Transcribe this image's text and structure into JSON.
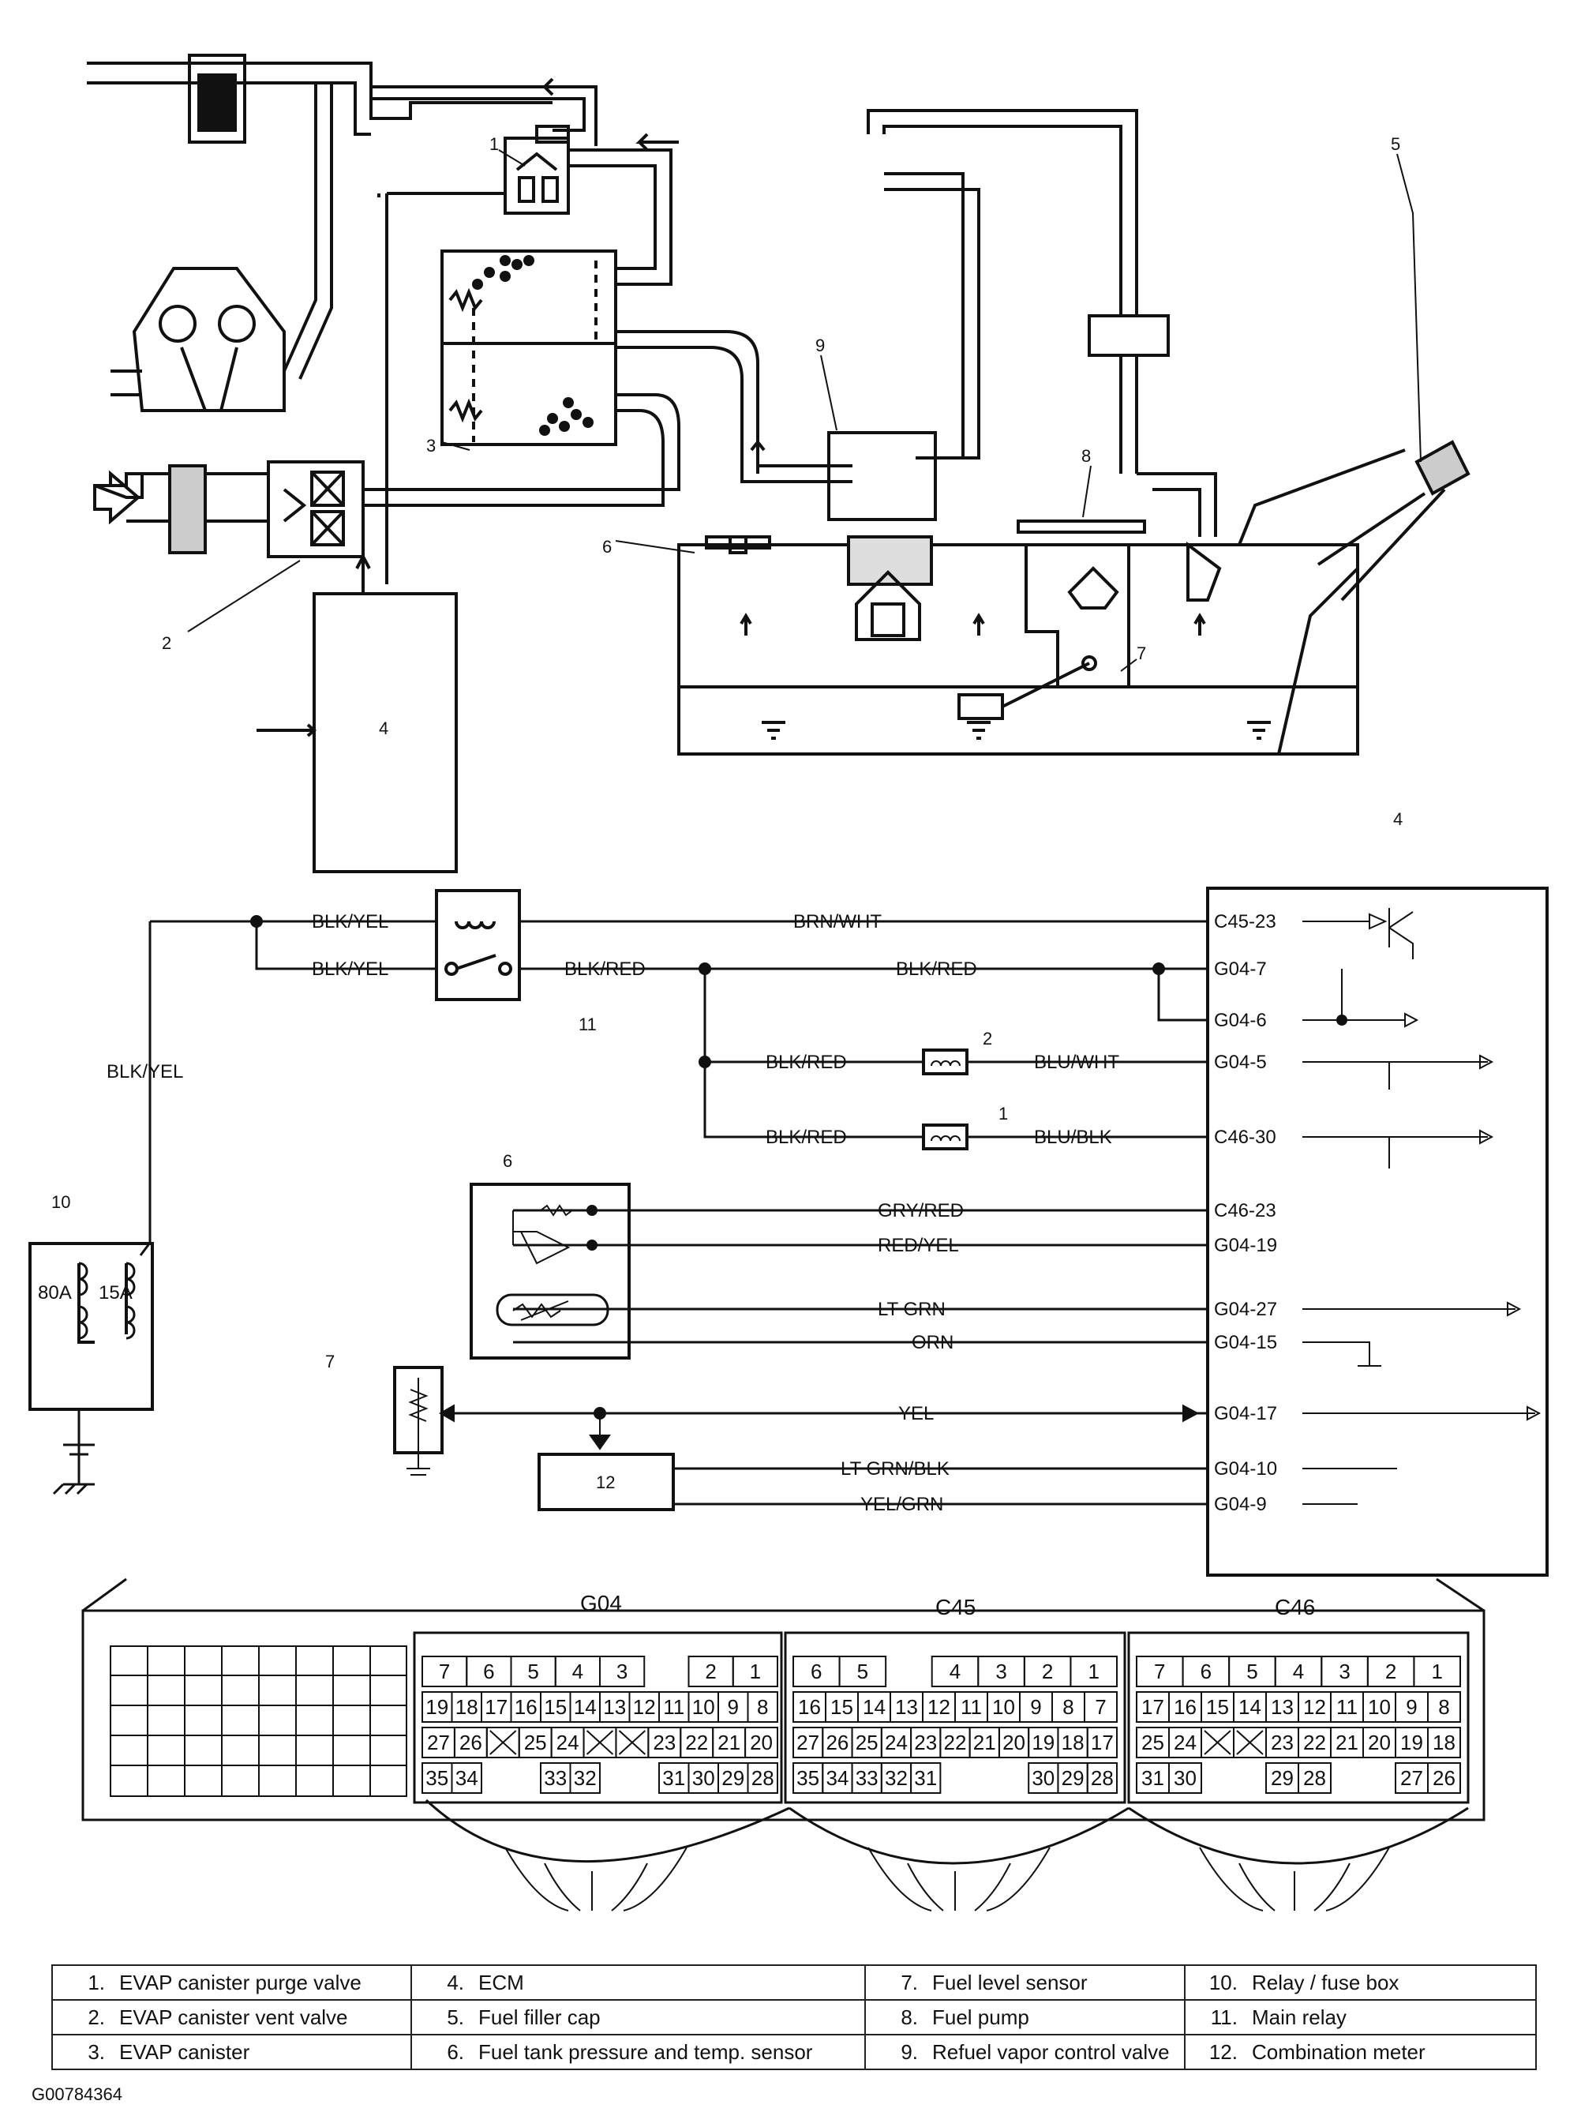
{
  "figure_id": "G00784364",
  "callouts": {
    "c1": "1",
    "c2": "2",
    "c3": "3",
    "c4": "4",
    "c5": "5",
    "c6": "6",
    "c7": "7",
    "c8": "8",
    "c9": "9",
    "c10": "10",
    "c11": "11",
    "c12": "12"
  },
  "fuse_box": {
    "fuse_80": "80A",
    "fuse_15": "15A"
  },
  "wires": {
    "blk_yel_1": "BLK/YEL",
    "blk_yel_2": "BLK/YEL",
    "blk_yel_3": "BLK/YEL",
    "brn_wht": "BRN/WHT",
    "blk_red_1": "BLK/RED",
    "blk_red_2": "BLK/RED",
    "blk_red_3": "BLK/RED",
    "blk_red_4": "BLK/RED",
    "blu_wht": "BLU/WHT",
    "blu_blk": "BLU/BLK",
    "gry_red": "GRY/RED",
    "red_yel": "RED/YEL",
    "lt_grn": "LT GRN",
    "orn": "ORN",
    "yel": "YEL",
    "lt_grn_blk": "LT GRN/BLK",
    "yel_grn": "YEL/GRN"
  },
  "ecm_pins": [
    "C45-23",
    "G04-7",
    "G04-6",
    "G04-5",
    "C46-30",
    "C46-23",
    "G04-19",
    "G04-27",
    "G04-15",
    "G04-17",
    "G04-10",
    "G04-9"
  ],
  "connectors": [
    {
      "name": "G04",
      "rows": [
        [
          "7",
          "6",
          "5",
          "4",
          "3",
          "",
          "2",
          "1"
        ],
        [
          "19",
          "18",
          "17",
          "16",
          "15",
          "14",
          "13",
          "12",
          "11",
          "10",
          "9",
          "8"
        ],
        [
          "27",
          "26",
          "X",
          "25",
          "24",
          "X",
          "X",
          "23",
          "22",
          "21",
          "20"
        ],
        [
          "35",
          "34",
          "",
          "",
          "33",
          "32",
          "",
          "",
          "31",
          "30",
          "29",
          "28"
        ]
      ]
    },
    {
      "name": "C45",
      "rows": [
        [
          "6",
          "5",
          "",
          "4",
          "3",
          "2",
          "1"
        ],
        [
          "16",
          "15",
          "14",
          "13",
          "12",
          "11",
          "10",
          "9",
          "8",
          "7"
        ],
        [
          "27",
          "26",
          "25",
          "24",
          "23",
          "22",
          "21",
          "20",
          "19",
          "18",
          "17"
        ],
        [
          "35",
          "34",
          "33",
          "32",
          "31",
          "",
          "",
          "",
          "30",
          "29",
          "28"
        ]
      ]
    },
    {
      "name": "C46",
      "rows": [
        [
          "7",
          "6",
          "5",
          "4",
          "3",
          "2",
          "1"
        ],
        [
          "17",
          "16",
          "15",
          "14",
          "13",
          "12",
          "11",
          "10",
          "9",
          "8"
        ],
        [
          "25",
          "24",
          "X",
          "X",
          "23",
          "22",
          "21",
          "20",
          "19",
          "18"
        ],
        [
          "31",
          "30",
          "",
          "",
          "29",
          "28",
          "",
          "",
          "27",
          "26"
        ]
      ]
    }
  ],
  "legend": [
    [
      {
        "n": "1.",
        "t": "EVAP canister purge valve"
      },
      {
        "n": "4.",
        "t": "ECM"
      },
      {
        "n": "7.",
        "t": "Fuel level sensor"
      },
      {
        "n": "10.",
        "t": "Relay / fuse box"
      }
    ],
    [
      {
        "n": "2.",
        "t": "EVAP canister vent valve"
      },
      {
        "n": "5.",
        "t": "Fuel filler cap"
      },
      {
        "n": "8.",
        "t": "Fuel pump"
      },
      {
        "n": "11.",
        "t": "Main relay"
      }
    ],
    [
      {
        "n": "3.",
        "t": "EVAP canister"
      },
      {
        "n": "6.",
        "t": "Fuel tank pressure and temp. sensor"
      },
      {
        "n": "9.",
        "t": "Refuel vapor control valve"
      },
      {
        "n": "12.",
        "t": "Combination meter"
      }
    ]
  ]
}
